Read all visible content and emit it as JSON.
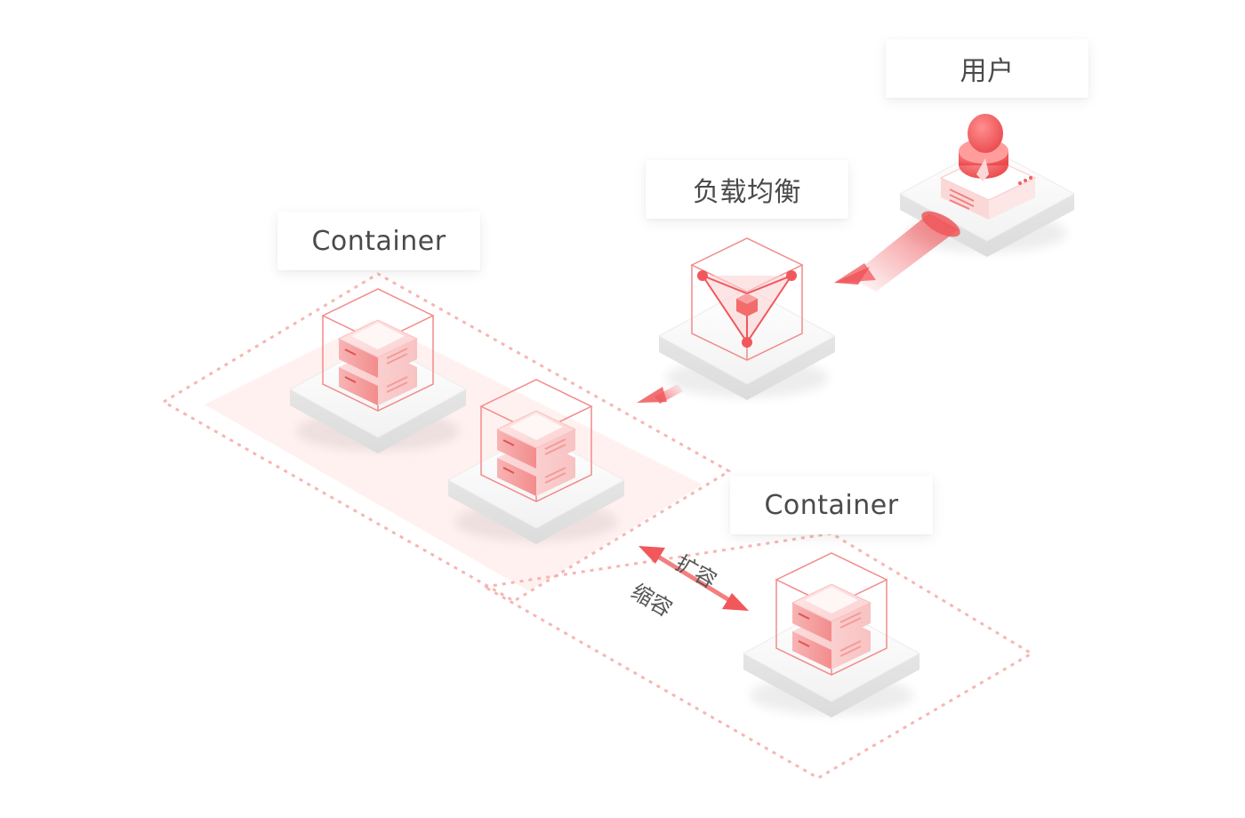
{
  "labels": {
    "user": "用户",
    "load_balancer": "负载均衡",
    "container_left": "Container",
    "container_right": "Container"
  },
  "scaling": {
    "scale_out": "扩容",
    "scale_in": "缩容"
  },
  "colors": {
    "accent": "#f0585c",
    "accent_light": "#fbd3d3",
    "dashed_border": "#f6b6b3",
    "zone_fill": "#fff0ef",
    "platform_top": "#f7f7f7",
    "platform_side": "#e7e7e7",
    "text": "#4a4a4a"
  },
  "icons": [
    "user-icon",
    "load-balancer-icon",
    "server-icon",
    "arrow-icon",
    "double-arrow-icon"
  ]
}
